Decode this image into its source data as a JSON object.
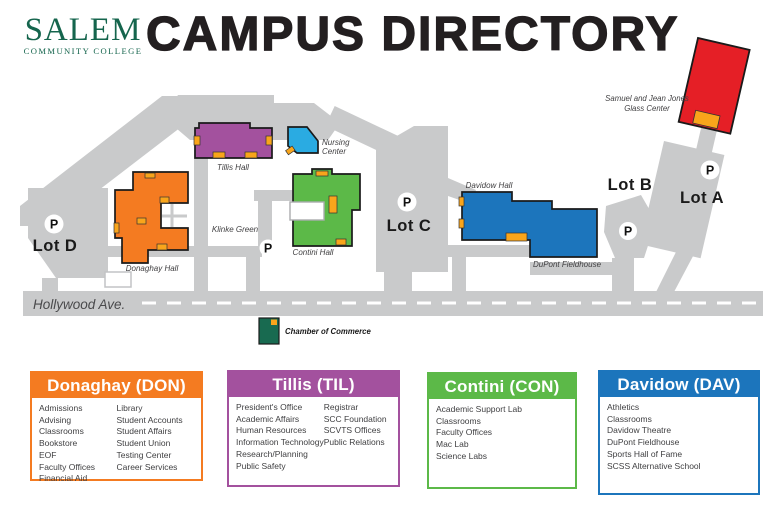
{
  "logo": {
    "name": "SALEM",
    "subtitle": "COMMUNITY COLLEGE"
  },
  "title": "CAMPUS DIRECTORY",
  "map": {
    "street": "Hollywood Ave.",
    "legend_marker": "Chamber of Commerce",
    "parking_letter": "P",
    "lots": {
      "a": "Lot A",
      "b": "Lot B",
      "c": "Lot C",
      "d": "Lot D"
    },
    "buildings": {
      "tillis": "Tillis Hall",
      "nursing1": "Nursing",
      "nursing2": "Center",
      "donaghay": "Donaghay Hall",
      "klinke": "Klinke Green",
      "contini": "Contini Hall",
      "davidow": "Davidow Hall",
      "dupont": "DuPont Fieldhouse",
      "glass1": "Samuel and Jean Jones",
      "glass2": "Glass Center"
    },
    "colors": {
      "donaghay": "#F47B21",
      "tillis": "#A3519E",
      "nursing": "#2AABE2",
      "contini": "#5CB948",
      "davidow": "#1C75BC",
      "glass_center": "#E51F26",
      "door_marker": "#F9A51B",
      "path_gray": "#C9CACB",
      "chamber_green": "#186A50",
      "logo_green": "#15654D"
    }
  },
  "directory": [
    {
      "title": "Donaghay (DON)",
      "color": "#F47B21",
      "col1": [
        "Admissions",
        "Advising",
        "Classrooms",
        "Bookstore",
        "EOF",
        "Faculty Offices",
        "Financial Aid"
      ],
      "col2": [
        "Library",
        "Student Accounts",
        "Student Affairs",
        "Student Union",
        "Testing Center",
        "Career Services"
      ]
    },
    {
      "title": "Tillis (TIL)",
      "color": "#A3519E",
      "col1": [
        "President's Office",
        "Academic Affairs",
        "Human Resources",
        "Information Technology",
        "Research/Planning",
        "Public Safety"
      ],
      "col2": [
        "Registrar",
        "SCC Foundation",
        "SCVTS Offices",
        "Public Relations"
      ]
    },
    {
      "title": "Contini (CON)",
      "color": "#5CB948",
      "col1": [
        "Academic Support Lab",
        "Classrooms",
        "Faculty Offices",
        "Mac Lab",
        "Science Labs"
      ],
      "col2": []
    },
    {
      "title": "Davidow (DAV)",
      "color": "#1C75BC",
      "col1": [
        "Athletics",
        "Classrooms",
        "Davidow Theatre",
        "DuPont Fieldhouse",
        "Sports Hall of Fame",
        "SCSS Alternative School"
      ],
      "col2": []
    }
  ]
}
